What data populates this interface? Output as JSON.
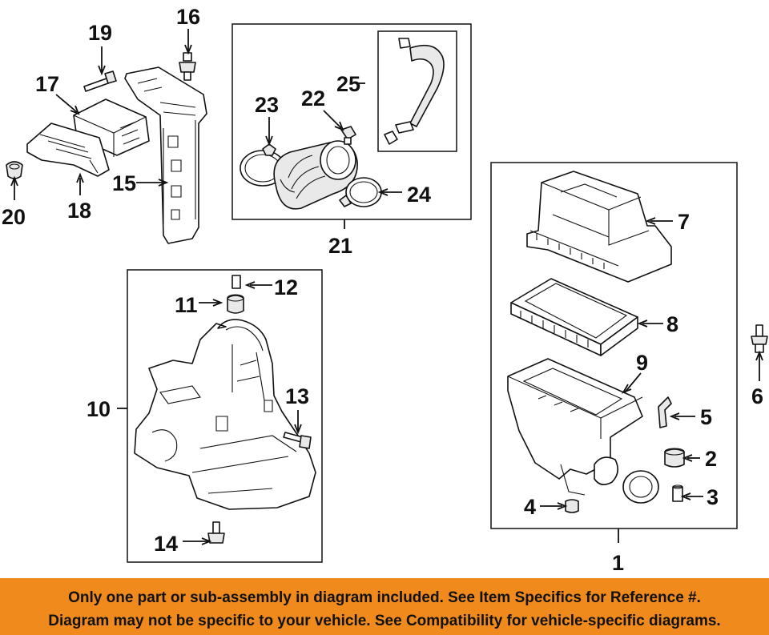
{
  "callouts": {
    "c1": "1",
    "c2": "2",
    "c3": "3",
    "c4": "4",
    "c5": "5",
    "c6": "6",
    "c7": "7",
    "c8": "8",
    "c9": "9",
    "c10": "10",
    "c11": "11",
    "c12": "12",
    "c13": "13",
    "c14": "14",
    "c15": "15",
    "c16": "16",
    "c17": "17",
    "c18": "18",
    "c19": "19",
    "c20": "20",
    "c21": "21",
    "c22": "22",
    "c23": "23",
    "c24": "24",
    "c25": "25"
  },
  "banner": {
    "line1": "Only one part or sub-assembly in diagram included. See Item Specifics for Reference #.",
    "line2": "Diagram may not be specific to your vehicle. See Compatibility for vehicle-specific diagrams."
  },
  "colors": {
    "banner": "#f08a1c",
    "ink": "#111111"
  }
}
